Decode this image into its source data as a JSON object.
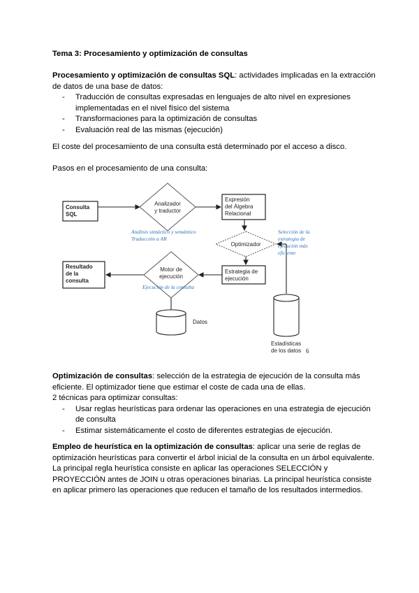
{
  "title": "Tema 3: Procesamiento y optimización de consultas",
  "section1": {
    "heading": "Procesamiento y optimización de consultas SQL",
    "text": ": actividades implicadas en la extracción de datos de una base de datos:",
    "items": [
      "Traducción de consultas expresadas en lenguajes de alto nivel en expresiones implementadas en el nivel físico del sistema",
      "Transformaciones para la optimización de consultas",
      "Evaluación real de las mismas (ejecución)"
    ]
  },
  "cost_sentence": "El coste del procesamiento de una consulta está determinado por el acceso a disco.",
  "steps_intro": "Pasos en el procesamiento de una consulta:",
  "diagram": {
    "consulta_sql": [
      "Consulta",
      "SQL"
    ],
    "analizador": [
      "Analizador",
      "y traductor"
    ],
    "analisis_note": [
      "Análisis sintáctico y semántico",
      "Traducción a AR"
    ],
    "expresion": [
      "Expresión",
      "del Álgebra",
      "Relacional"
    ],
    "optimizador": "Optimizador",
    "seleccion_note": [
      "Selección de la",
      "estrategia de",
      "ejecución más",
      "eficiente"
    ],
    "estrategia": [
      "Estrategia de",
      "ejecución"
    ],
    "motor": [
      "Motor de",
      "ejecución"
    ],
    "ejecucion_note": "Ejecución de la consulta",
    "resultado": [
      "Resultado",
      "de la",
      "consulta"
    ],
    "datos": "Datos",
    "estadisticas": [
      "Estadísticas",
      "de los datos"
    ],
    "page_number": "6"
  },
  "section2": {
    "heading": "Optimización de consultas",
    "text": ": selección de la estrategia de ejecución de la consulta más eficiente. El optimizador tiene que estimar el coste de cada una de ellas.",
    "line2": "2 técnicas para optimizar consultas:",
    "items": [
      "Usar reglas heurísticas para ordenar las operaciones en una estrategia de ejecución de consulta",
      "Estimar sistemáticamente el costo de diferentes estrategias de ejecución."
    ]
  },
  "section3": {
    "heading": "Empleo de heurística en la optimización de consultas",
    "text": ": aplicar una serie de reglas de optimización heurísticas para convertir el árbol inicial de la consulta en un árbol equivalente. La principal regla heurística consiste en aplicar las operaciones SELECCIÓN y PROYECCIÓN antes de JOIN u otras operaciones binarias. La principal heurística consiste en aplicar primero las operaciones que reducen el tamaño de los resultados intermedios."
  }
}
